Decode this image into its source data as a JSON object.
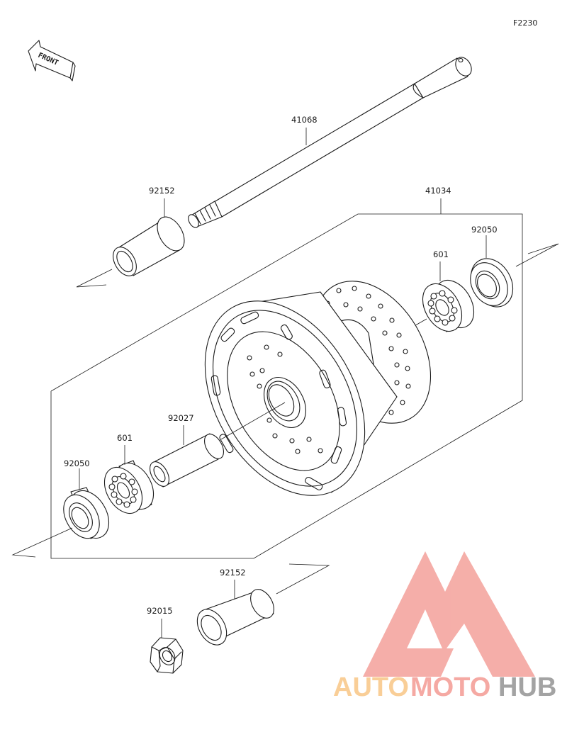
{
  "diagram": {
    "figure_code": "F2230",
    "front_label": "FRONT",
    "parts": {
      "front_axle": "41068",
      "hub_assembly": "41034",
      "collar_top": "92152",
      "collar_bottom": "92152",
      "oil_seal_right": "92050",
      "oil_seal_left": "92050",
      "bearing_right": "601",
      "bearing_left": "601",
      "spacer": "92027",
      "axle_nut": "92015"
    }
  },
  "watermark": {
    "text_part1": "AUTO",
    "text_part2": "MOTO",
    "text_part3": "HUB",
    "colors": {
      "logo": "#f4a6a0",
      "auto": "#f9c98c",
      "moto": "#f4a09a",
      "hub": "#9a9a9a"
    }
  }
}
